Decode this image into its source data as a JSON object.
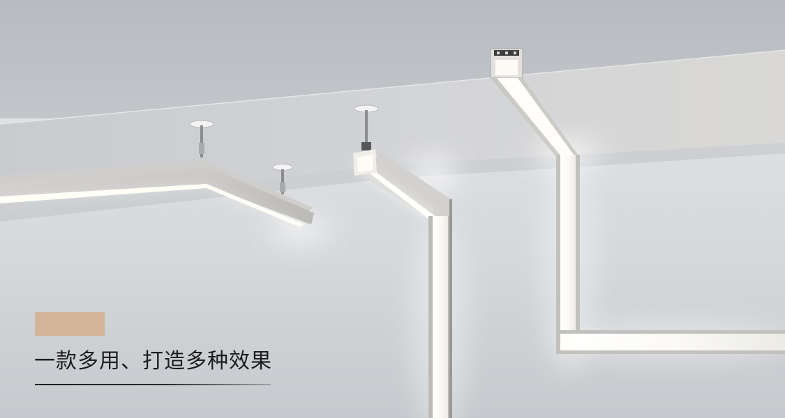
{
  "caption": {
    "title": "一款多用、打造多种效果",
    "accent_color": "#d2b598"
  },
  "scene": {
    "icons": [
      "suspended-linear-light",
      "pendant-linear-light",
      "recessed-linear-light"
    ]
  }
}
